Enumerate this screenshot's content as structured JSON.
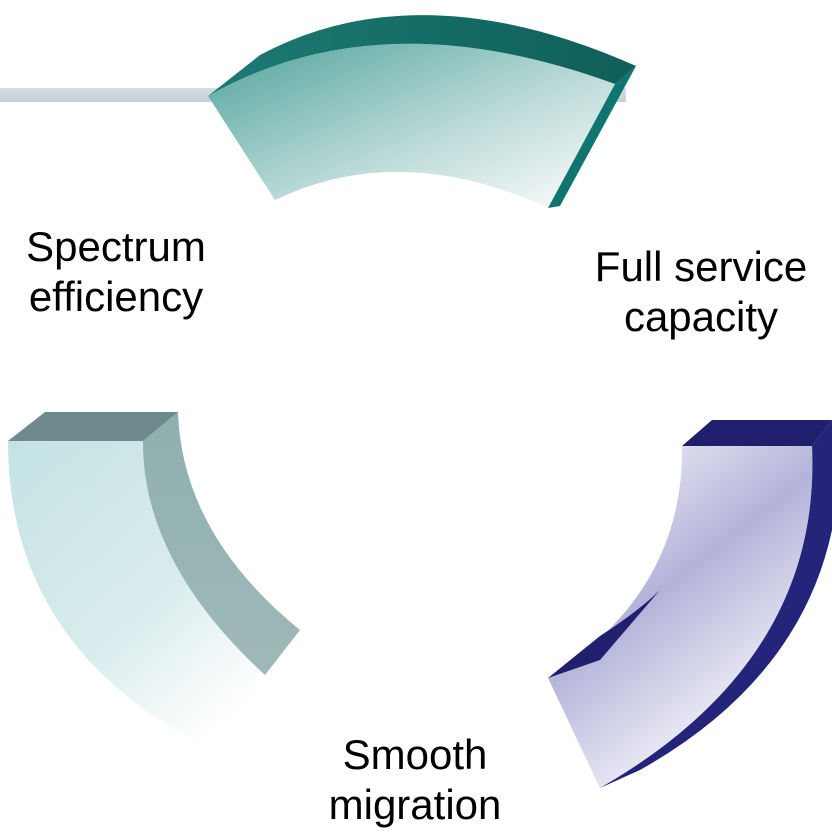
{
  "diagram": {
    "type": "cycle",
    "segments": [
      {
        "name": "top",
        "color": "#1f7a72"
      },
      {
        "name": "right",
        "color": "#1f1f6e"
      },
      {
        "name": "left",
        "color": "#6f8a8c"
      }
    ],
    "labels": {
      "spectrum": {
        "line1": "Spectrum",
        "line2": "efficiency"
      },
      "full_service": {
        "line1": "Full service",
        "line2": "capacity"
      },
      "smooth": {
        "line1": "Smooth",
        "line2": "migration"
      }
    }
  }
}
